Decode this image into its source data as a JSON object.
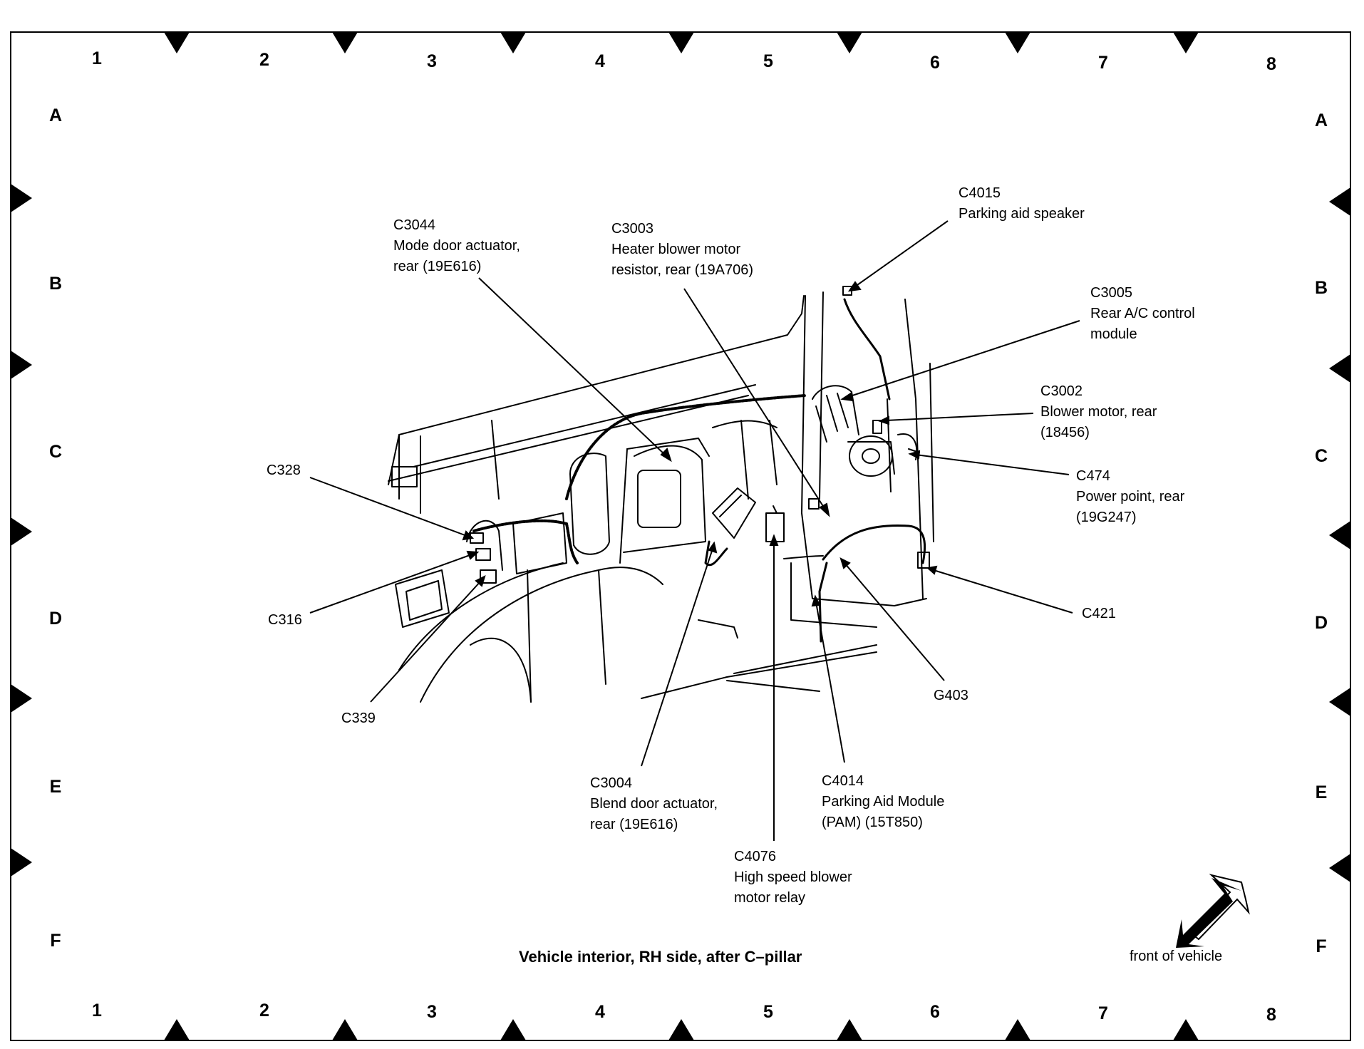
{
  "grid": {
    "columns": [
      "1",
      "2",
      "3",
      "4",
      "5",
      "6",
      "7",
      "8"
    ],
    "rows": [
      "A",
      "B",
      "C",
      "D",
      "E",
      "F"
    ]
  },
  "labels": {
    "c4015": {
      "id": "C4015",
      "desc": [
        "Parking aid speaker"
      ]
    },
    "c3044": {
      "id": "C3044",
      "desc": [
        "Mode door actuator,",
        "rear (19E616)"
      ]
    },
    "c3003": {
      "id": "C3003",
      "desc": [
        "Heater blower motor",
        "resistor, rear (19A706)"
      ]
    },
    "c3005": {
      "id": "C3005",
      "desc": [
        "Rear A/C control",
        "module"
      ]
    },
    "c3002": {
      "id": "C3002",
      "desc": [
        "Blower motor, rear",
        "(18456)"
      ]
    },
    "c474": {
      "id": "C474",
      "desc": [
        "Power point, rear",
        "(19G247)"
      ]
    },
    "c328": {
      "id": "C328",
      "desc": []
    },
    "c316": {
      "id": "C316",
      "desc": []
    },
    "c339": {
      "id": "C339",
      "desc": []
    },
    "c421": {
      "id": "C421",
      "desc": []
    },
    "g403": {
      "id": "G403",
      "desc": []
    },
    "c3004": {
      "id": "C3004",
      "desc": [
        "Blend door actuator,",
        "rear (19E616)"
      ]
    },
    "c4014": {
      "id": "C4014",
      "desc": [
        "Parking Aid Module",
        "(PAM) (15T850)"
      ]
    },
    "c4076": {
      "id": "C4076",
      "desc": [
        "High speed blower",
        "motor relay"
      ]
    }
  },
  "caption": "Vehicle interior, RH side, after C–pillar",
  "front_note": "front of vehicle"
}
